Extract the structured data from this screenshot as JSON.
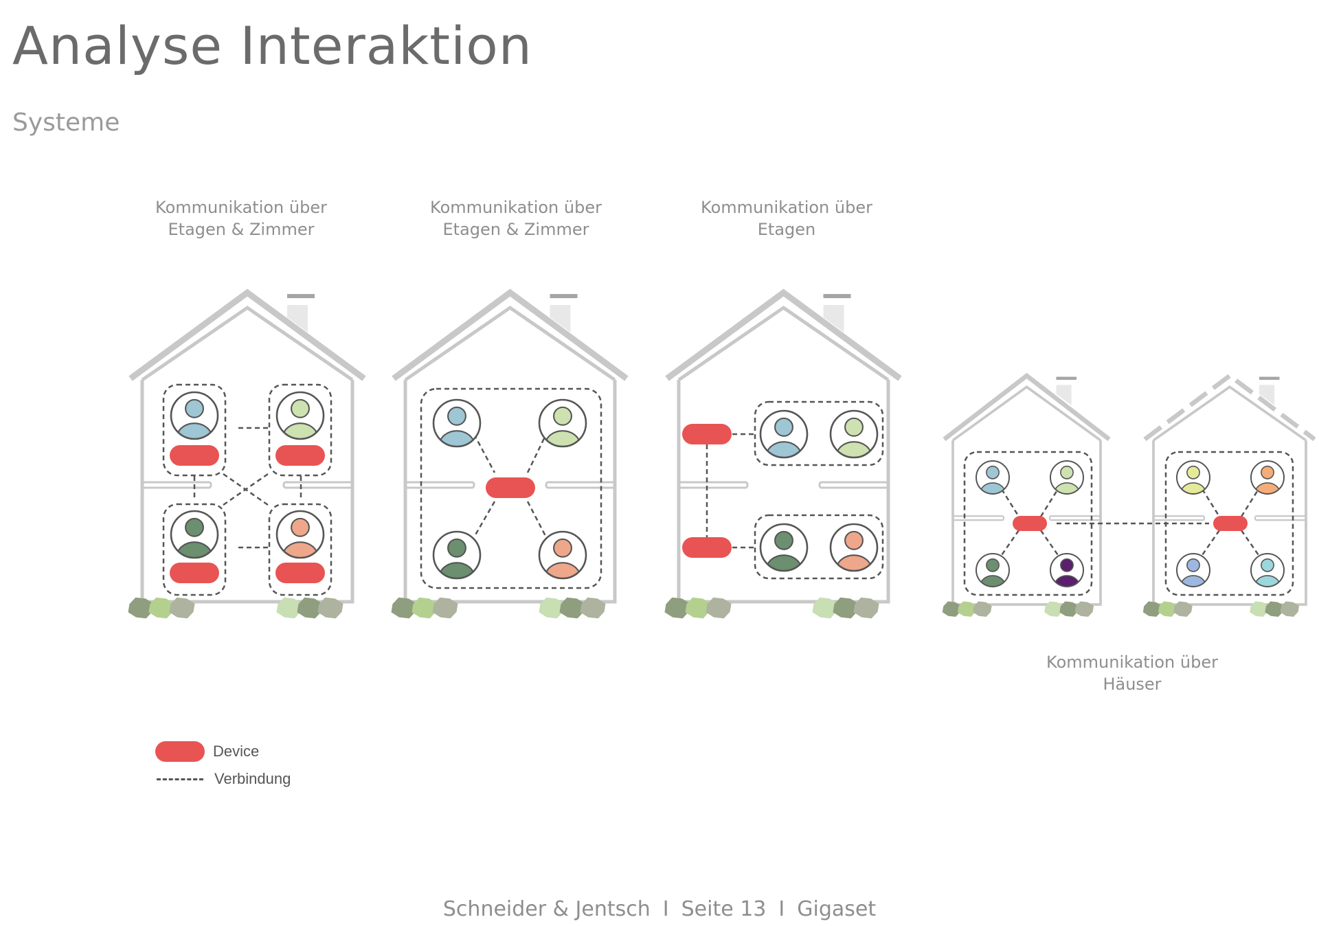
{
  "title": "Analyse Interaktion",
  "subtitle": "Systeme",
  "captions": [
    {
      "line1": "Kommunikation über",
      "line2": "Etagen & Zimmer"
    },
    {
      "line1": "Kommunikation über",
      "line2": "Etagen & Zimmer"
    },
    {
      "line1": "Kommunikation über",
      "line2": "Etagen"
    },
    {
      "line1": "Kommunikation über",
      "line2": "Häuser"
    }
  ],
  "legend": {
    "device_label": "Device",
    "connection_label": "Verbindung"
  },
  "footer": {
    "authors": "Schneider & Jentsch",
    "separator": "I",
    "page": "Seite 13",
    "client": "Gigaset"
  },
  "colors": {
    "device": "#e85453",
    "house_outline": "#c8c8c8",
    "connection": "#555555",
    "person_blue": "#9ec6d4",
    "person_light_green": "#cde2b0",
    "person_dark_green": "#6b8f6f",
    "person_salmon": "#eea78a",
    "person_purple": "#5b1f6e",
    "person_yellow": "#e5ea9a",
    "person_orange": "#f4ad78",
    "person_periwinkle": "#9db8e0",
    "person_cyan": "#9cd7dd"
  },
  "icons": [
    "house-icon",
    "person-icon",
    "device-icon",
    "chimney-icon",
    "bush-icon"
  ]
}
